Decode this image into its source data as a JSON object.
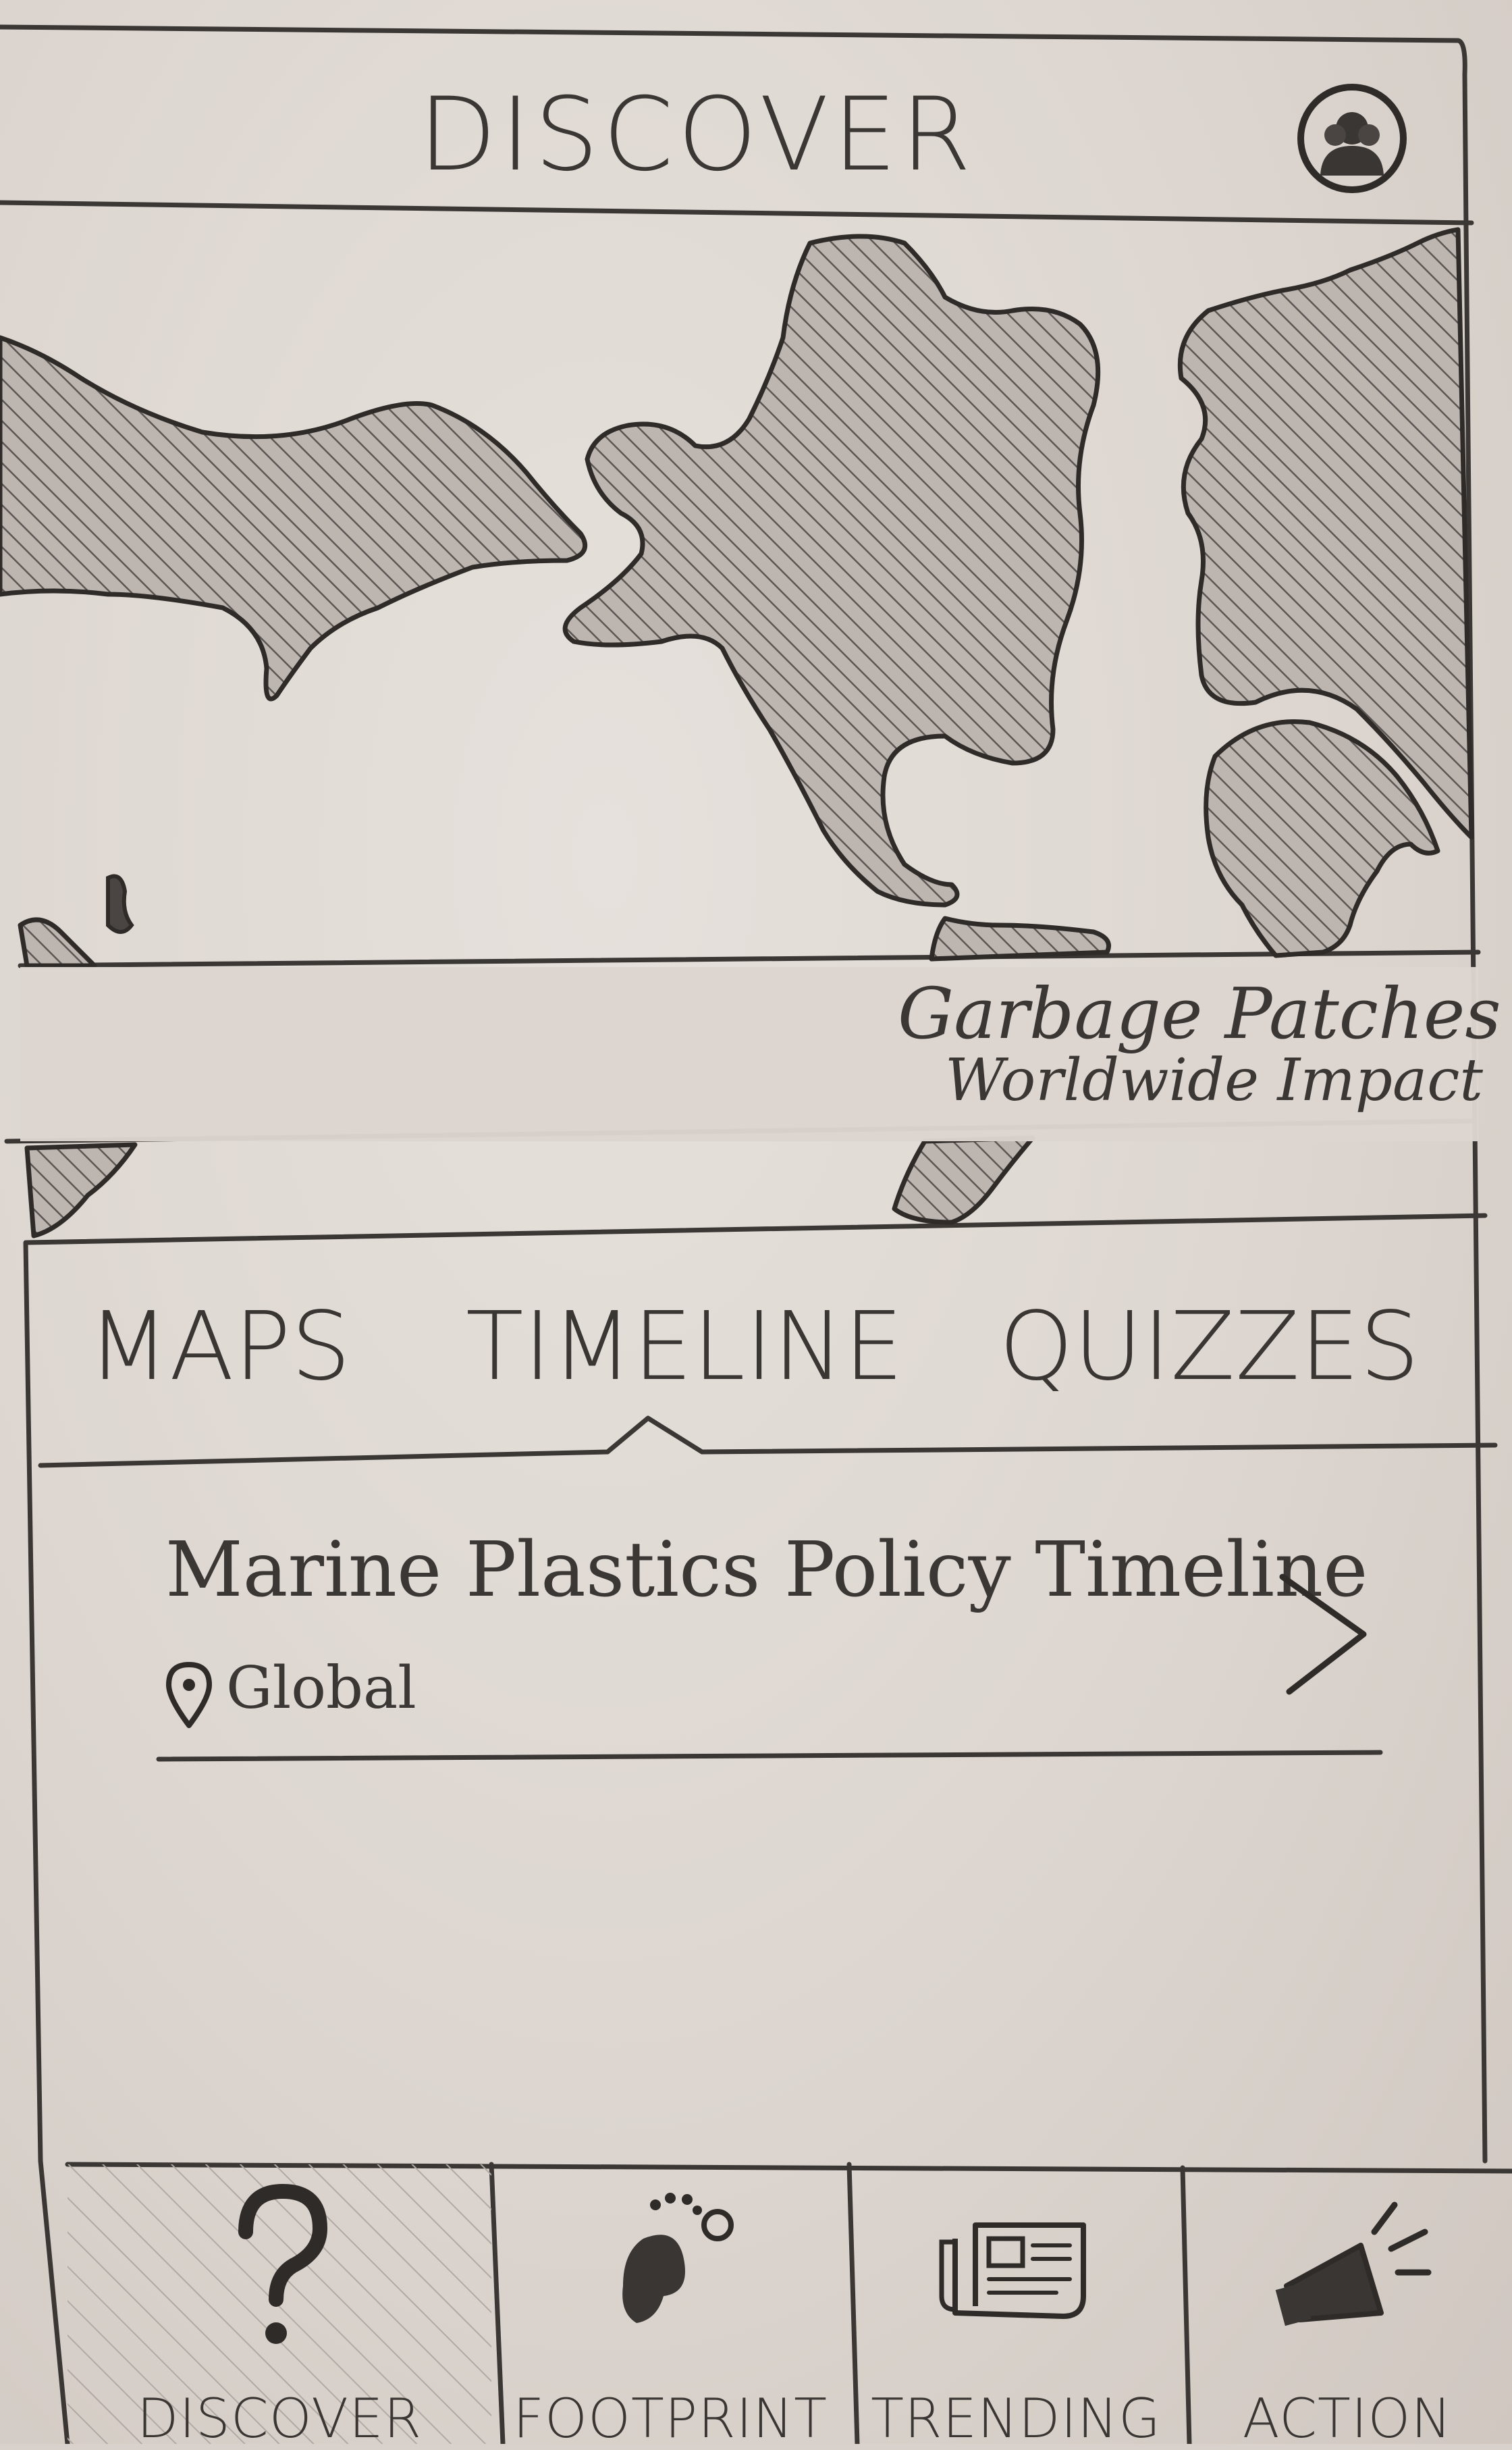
{
  "header": {
    "title": "DISCOVER",
    "profile_icon": "profile-icon"
  },
  "map": {
    "banner": {
      "title": "Garbage Patches",
      "subtitle": "Worldwide Impact"
    }
  },
  "tabs": [
    {
      "label": "MAPS",
      "selected": false
    },
    {
      "label": "TIMELINE",
      "selected": true
    },
    {
      "label": "QUIZZES",
      "selected": false
    }
  ],
  "list": {
    "items": [
      {
        "title": "Marine Plastics Policy Timeline",
        "location": "Global",
        "location_icon": "location-pin-icon",
        "chevron_icon": "chevron-right-icon"
      }
    ]
  },
  "bottom_nav": {
    "items": [
      {
        "label": "DISCOVER",
        "icon": "question-mark-icon",
        "selected": true
      },
      {
        "label": "FOOTPRINT",
        "icon": "footprint-icon",
        "selected": false
      },
      {
        "label": "TRENDING",
        "icon": "news-icon",
        "selected": false
      },
      {
        "label": "ACTION",
        "icon": "megaphone-icon",
        "selected": false
      }
    ]
  }
}
